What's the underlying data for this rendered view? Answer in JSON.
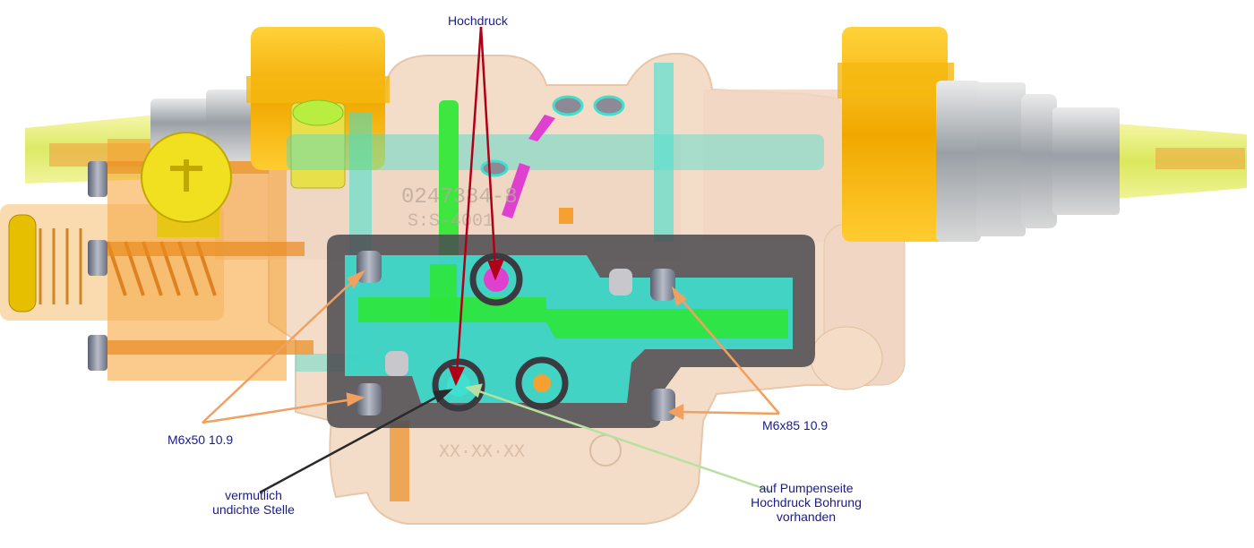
{
  "labels": {
    "hochdruck": "Hochdruck",
    "m6x50": "M6x50 10.9",
    "m6x85": "M6x85 10.9",
    "vermutlich": [
      "vermutlich",
      "undichte Stelle"
    ],
    "pumpenseite": [
      "auf Pumpenseite",
      "Hochdruck Bohrung",
      "vorhanden"
    ]
  },
  "part_markings": {
    "part_number": "0247384-8",
    "code": "S:S-4001",
    "date_code": "XX·XX·XX"
  },
  "colors": {
    "label_text": "#1a1a8c",
    "arrow_red": "#b00018",
    "arrow_orange": "#f0a060",
    "arrow_black": "#2a2a2a",
    "arrow_green": "#b8e0a0",
    "housing": "#f4dcc6",
    "gasket": "#4a4a50",
    "channel_cyan": "#3fe0d0",
    "channel_green": "#2ee63a",
    "yellow_part": "#f2c200",
    "orange_part": "#f5a030",
    "magenta": "#e040d0"
  }
}
